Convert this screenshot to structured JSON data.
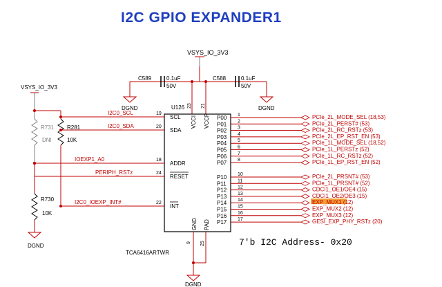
{
  "title": "I2C GPIO  EXPANDER1",
  "rails": {
    "vsys_top": "VSYS_IO_3V3",
    "vsys_left": "VSYS_IO_3V3",
    "gnd": "DGND"
  },
  "capacitors": [
    {
      "ref": "C589",
      "value": "0.1uF",
      "rating": "50V"
    },
    {
      "ref": "C588",
      "value": "0.1uF",
      "rating": "50V"
    }
  ],
  "resistors": {
    "r731": {
      "ref": "R731",
      "note": "DNI"
    },
    "r281": {
      "ref": "R281",
      "value": "10K"
    },
    "r730": {
      "ref": "R730",
      "value": "10K"
    }
  },
  "chip": {
    "ref": "U126",
    "part": "TCA6416ARTWR",
    "vcci": "VCCI",
    "vccp": "VCCP",
    "gnd": "GND",
    "pad": "PAD",
    "pin_vcci": "23",
    "pin_vccp": "21",
    "pin_gnd": "9",
    "pin_pad": "25"
  },
  "left_pins": [
    {
      "net": "I2C0_SCL",
      "pin": "19",
      "name": "SCL"
    },
    {
      "net": "I2C0_SDA",
      "pin": "20",
      "name": "SDA"
    },
    {
      "net": "IOEXP1_A0",
      "pin": "18",
      "name": "ADDR"
    },
    {
      "net": "PERIPH_RSTz",
      "pin": "24",
      "name": "RESET"
    },
    {
      "net": "I2C0_IOEXP_INT#",
      "pin": "22",
      "name": "INT"
    }
  ],
  "port0": [
    {
      "name": "P00",
      "pin": "1",
      "net": "PCIe_2L_MODE_SEL  (18,53)"
    },
    {
      "name": "P01",
      "pin": "2",
      "net": "PCIe_2L_PERST#  (53)"
    },
    {
      "name": "P02",
      "pin": "3",
      "net": "PCIe_2L_RC_RSTz  (53)"
    },
    {
      "name": "P03",
      "pin": "4",
      "net": "PCIe_2L_EP_RST_EN  (53)"
    },
    {
      "name": "P04",
      "pin": "5",
      "net": "PCIe_1L_MODE_SEL  (18,52)"
    },
    {
      "name": "P05",
      "pin": "6",
      "net": "PCIe_1L_PERSTz  (52)"
    },
    {
      "name": "P06",
      "pin": "7",
      "net": "PCIe_1L_RC_RSTz  (52)"
    },
    {
      "name": "P07",
      "pin": "8",
      "net": "PCIe_1L_EP_RST_EN  (52)"
    }
  ],
  "port1": [
    {
      "name": "P10",
      "pin": "10",
      "net": "PCIe_2L_PRSNT#  (53)"
    },
    {
      "name": "P11",
      "pin": "11",
      "net": "PCIe_1L_PRSNT#  (52)"
    },
    {
      "name": "P12",
      "pin": "12",
      "net": "CDCI1_OE1/OE4  (15)"
    },
    {
      "name": "P13",
      "pin": "13",
      "net": "CDCI1_OE2/OE3  (15)"
    },
    {
      "name": "P14",
      "pin": "14",
      "net": "EXP_MUX1  (12)"
    },
    {
      "name": "P15",
      "pin": "15",
      "net": "EXP_MUX2  (12)"
    },
    {
      "name": "P16",
      "pin": "16",
      "net": "EXP_MUX3  (12)"
    },
    {
      "name": "P17",
      "pin": "17",
      "net": "GESI_EXP_PHY_RSTz  (20)"
    }
  ],
  "address_note": "7'b I2C Address- 0x20",
  "colors": {
    "title": "#1f3fbf",
    "wire": "#c00000",
    "body": "#000000",
    "ground": "#c00000",
    "highlight": "#f39c33",
    "grey": "#808080"
  }
}
